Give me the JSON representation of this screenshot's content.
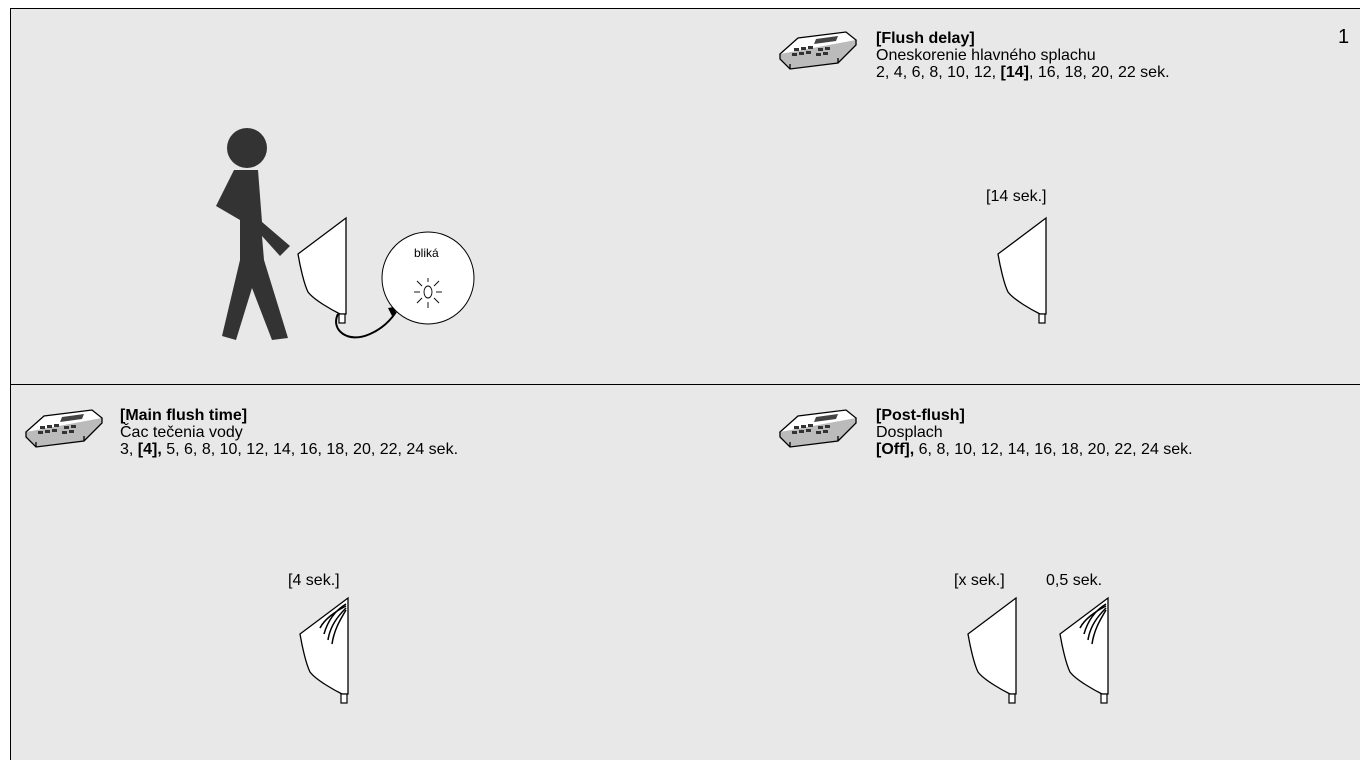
{
  "page_number": "1",
  "intro": {
    "blink_label": "bliká"
  },
  "flush_delay": {
    "title": "[Flush delay]",
    "subtitle": "Oneskorenie hlavného splachu",
    "options_before": "2, 4, 6, 8, 10, 12, ",
    "options_selected": "[14]",
    "options_after": ", 16, 18, 20, 22 sek.",
    "figure_label": "[14 sek.]"
  },
  "main_flush": {
    "title": "[Main flush time]",
    "subtitle": "Čac tečenia vody",
    "options_before": "3, ",
    "options_selected": "[4],",
    "options_after": " 5, 6, 8, 10, 12, 14, 16, 18, 20, 22, 24 sek.",
    "figure_label": "[4 sek.]"
  },
  "post_flush": {
    "title": "[Post-flush]",
    "subtitle": "Dosplach",
    "options_before": "",
    "options_selected": "[Off],",
    "options_after": " 6, 8, 10, 12, 14, 16, 18, 20, 22, 24 sek.",
    "figure_label_1": "[x sek.]",
    "figure_label_2": "0,5 sek."
  },
  "icons": {
    "remote": "remote-control-icon",
    "urinal": "urinal-icon",
    "person": "person-icon",
    "blink": "blinking-light-icon",
    "arrow": "curved-arrow-icon",
    "water": "water-flow-icon"
  }
}
